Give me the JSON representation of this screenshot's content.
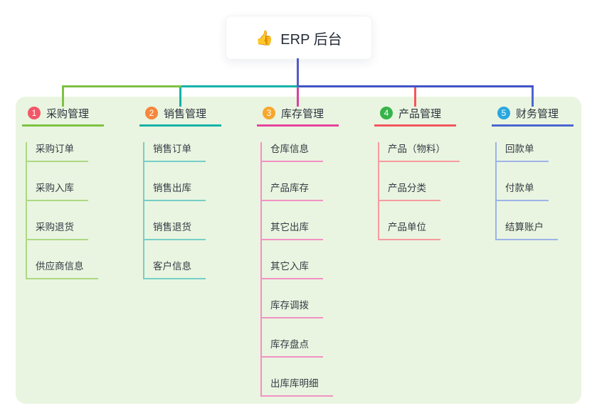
{
  "root": {
    "icon": "👍",
    "label": "ERP 后台"
  },
  "colors": {
    "page_bg": "#ffffff",
    "panel_bg": "#e9f5e0",
    "root_line": "#535bc8",
    "bus_green": "#7fc242",
    "bus_teal": "#12b2a8",
    "bus_blue": "#4154c6",
    "text": "#363c46"
  },
  "branches": [
    {
      "num": "1",
      "label": "采购管理",
      "badge_color": "#f25768",
      "line_color": "#7fc242",
      "sub_line_color": "#aed884",
      "drop_color": "#7fc242",
      "items": [
        "采购订单",
        "采购入库",
        "采购退货",
        "供应商信息"
      ]
    },
    {
      "num": "2",
      "label": "销售管理",
      "badge_color": "#f5863b",
      "line_color": "#12b2a8",
      "sub_line_color": "#77cfc7",
      "drop_color": "#12b2a8",
      "items": [
        "销售订单",
        "销售出库",
        "销售退货",
        "客户信息"
      ]
    },
    {
      "num": "3",
      "label": "库存管理",
      "badge_color": "#f7a72e",
      "line_color": "#e6439e",
      "sub_line_color": "#f291c4",
      "drop_color": "#d743a1",
      "items": [
        "仓库信息",
        "产品库存",
        "其它出库",
        "其它入库",
        "库存调拨",
        "库存盘点",
        "出库库明细"
      ]
    },
    {
      "num": "4",
      "label": "产品管理",
      "badge_color": "#36b34a",
      "line_color": "#f4565e",
      "sub_line_color": "#f79b9f",
      "drop_color": "#f4565e",
      "items": [
        "产品（物料）",
        "产品分类",
        "产品单位"
      ]
    },
    {
      "num": "5",
      "label": "财务管理",
      "badge_color": "#2aa7e0",
      "line_color": "#4b66d2",
      "sub_line_color": "#9db3e8",
      "drop_color": "#4b66d2",
      "items": [
        "回款单",
        "付款单",
        "结算账户"
      ]
    }
  ]
}
